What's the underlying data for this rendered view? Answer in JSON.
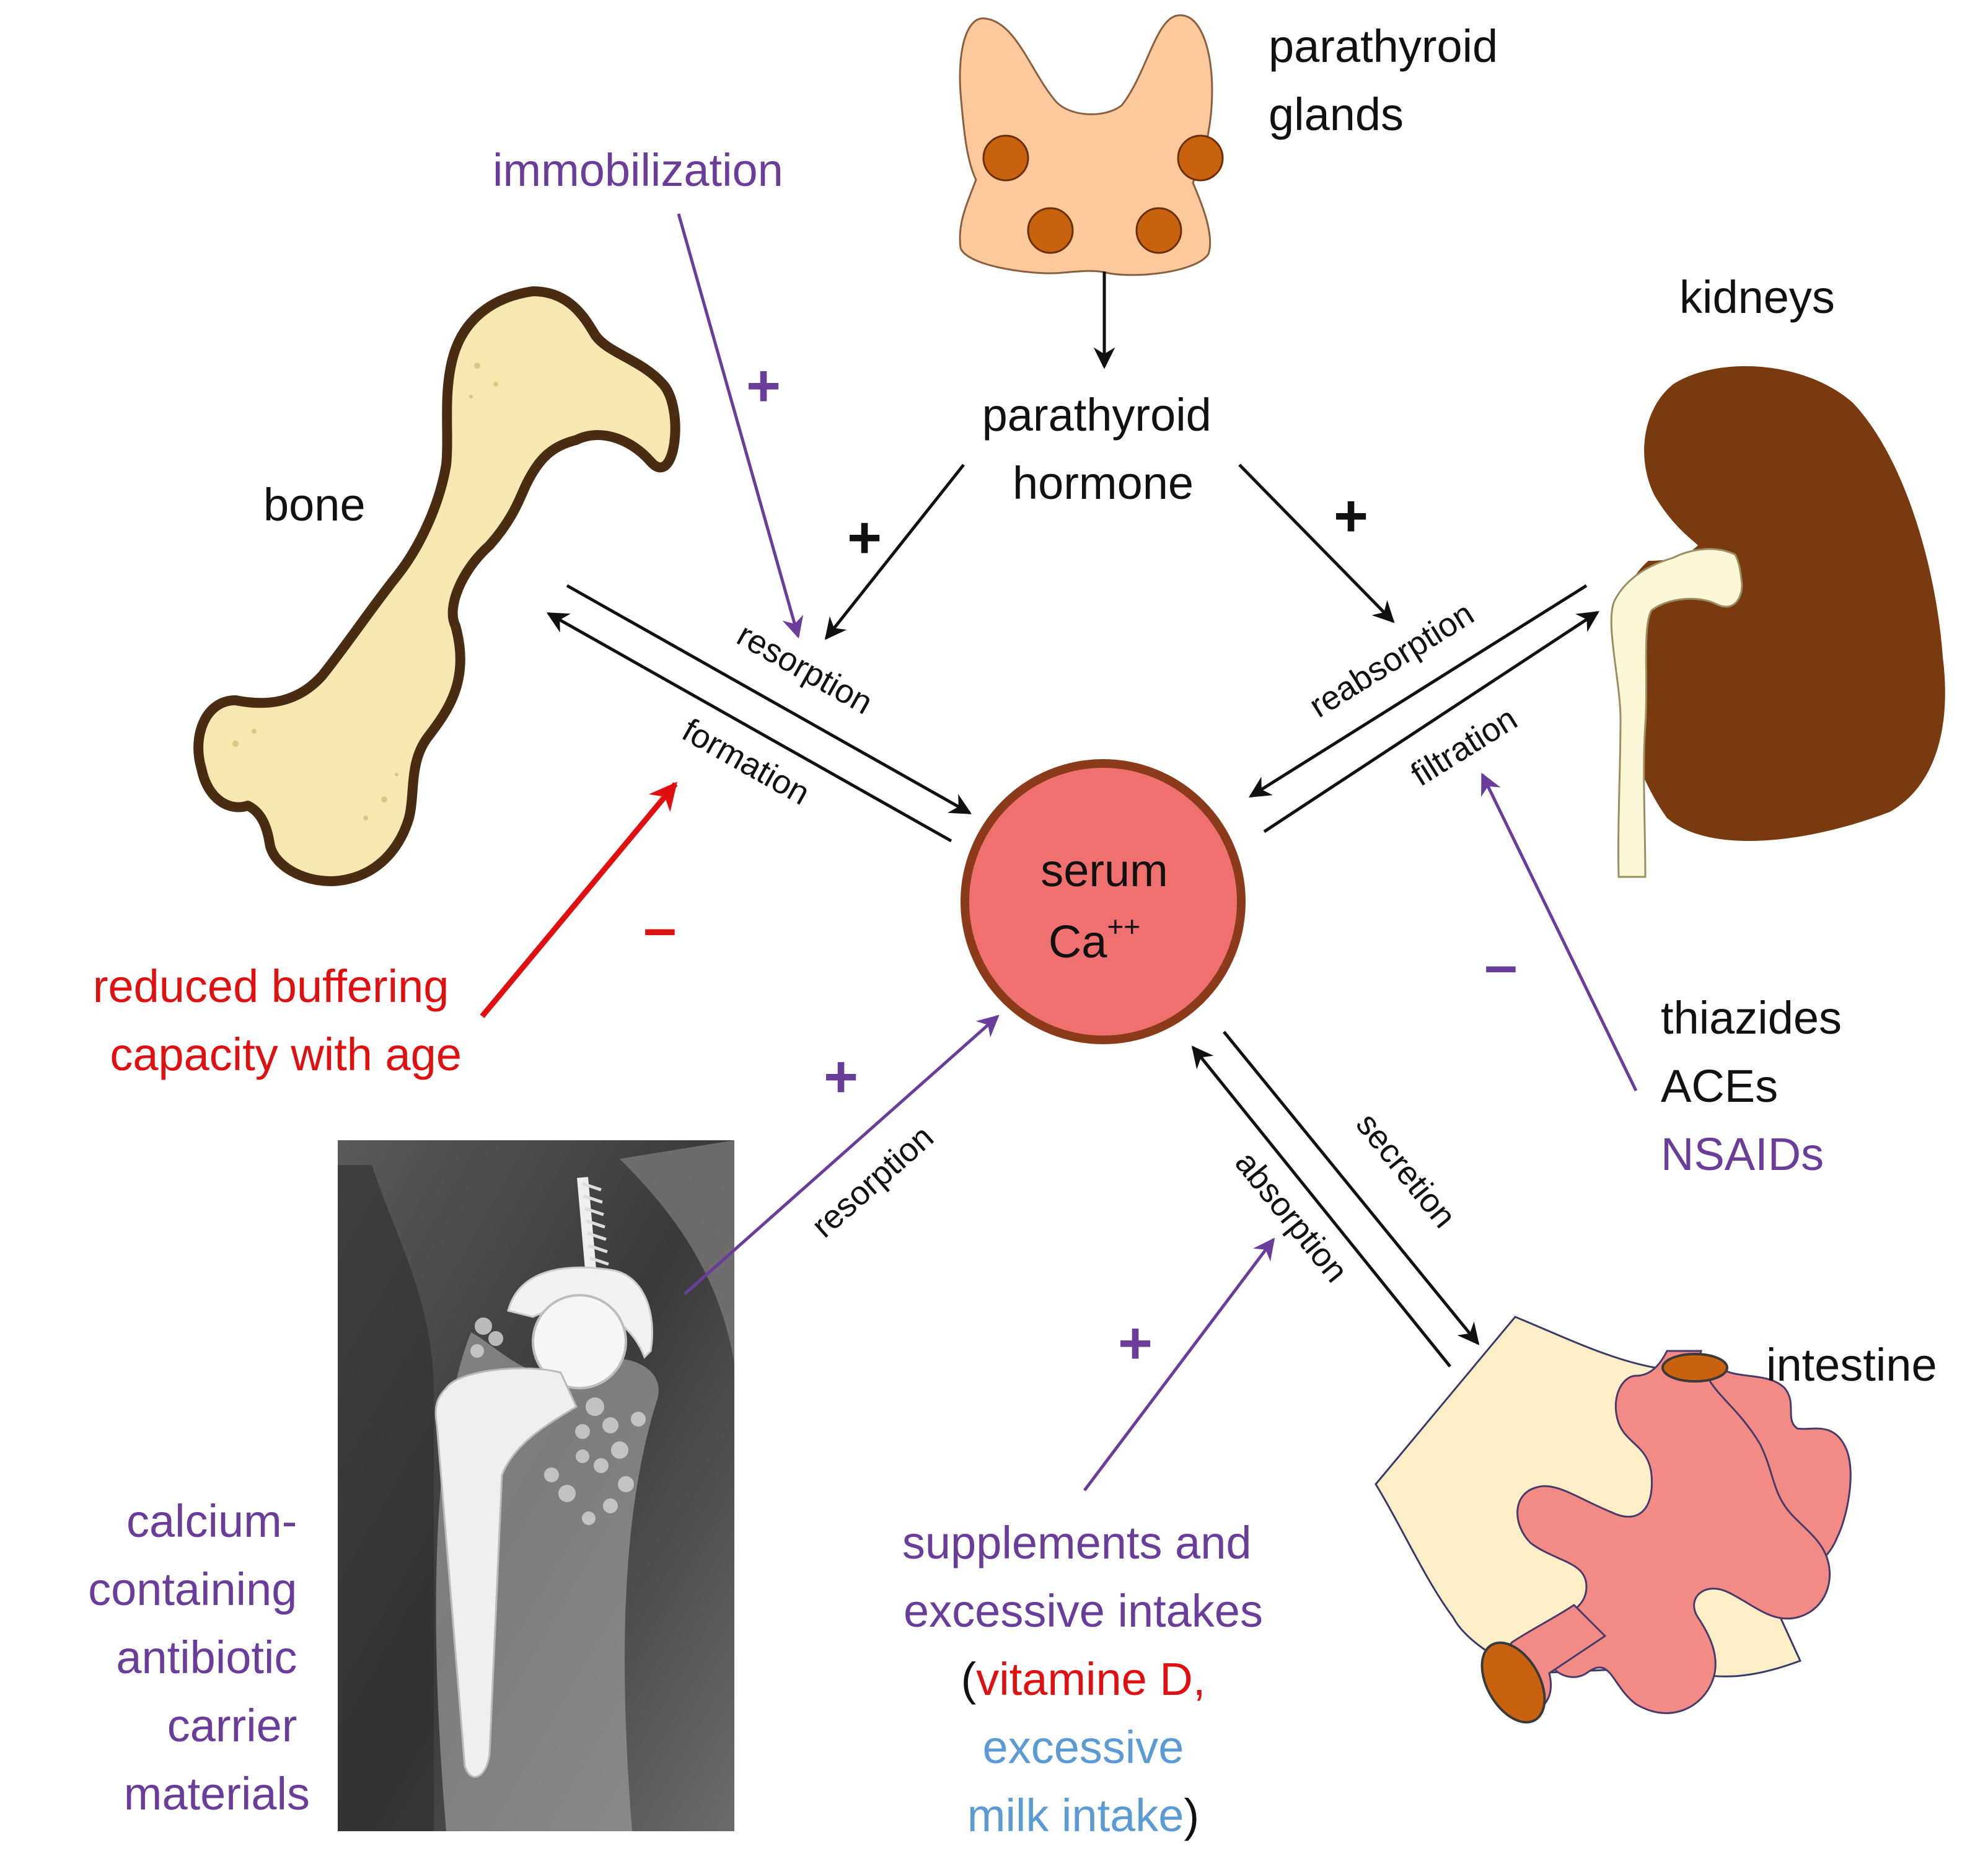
{
  "colors": {
    "black": "#111111",
    "purple": "#6a3d9a",
    "red": "#e01010",
    "blue": "#5b9bd5",
    "serum_fill": "#f07070",
    "serum_stroke": "#8b3a1a",
    "kidney": "#7a3a10",
    "ureter": "#fcf7d6",
    "gland_fill": "#fbc99b",
    "gland_dot": "#c8620e",
    "bone_fill": "#f6e8b1",
    "bone_stroke": "#4a2c12",
    "intestine_fill": "#f28b86",
    "intestine_end": "#c8620e",
    "mesentery": "#fcefc7"
  },
  "organs": {
    "parathyroid_glands": "parathyroid\nglands",
    "kidneys": "kidneys",
    "bone": "bone",
    "intestine": "intestine"
  },
  "center": {
    "line1": "serum",
    "line2": "Ca",
    "superscript": "++"
  },
  "hormone": {
    "line1": "parathyroid",
    "line2": "hormone"
  },
  "processes": {
    "bone_resorption": "resorption",
    "bone_formation": "formation",
    "kidney_reabsorption": "reabsorption",
    "kidney_filtration": "filtration",
    "intestine_secretion": "secretion",
    "intestine_absorption": "absorption",
    "implant_resorption": "resorption"
  },
  "signs": {
    "pth_bone": "+",
    "pth_kidney": "+",
    "immobilization": "+",
    "age": "–",
    "drugs": "–",
    "implant": "+",
    "supplements": "+"
  },
  "modifiers": {
    "immobilization": "immobilization",
    "age": [
      "reduced buffering",
      "capacity with age"
    ],
    "drugs": {
      "black": [
        "thiazides",
        "ACEs"
      ],
      "purple": "NSAIDs"
    },
    "implant": [
      "calcium-",
      "containing",
      "antibiotic",
      "carrier",
      "materials"
    ],
    "supplements": {
      "purple": [
        "supplements and",
        "excessive intakes"
      ],
      "open_paren": "(",
      "red": "vitamine D,",
      "blue": [
        "excessive",
        "milk intake"
      ],
      "close_paren": ")"
    }
  }
}
